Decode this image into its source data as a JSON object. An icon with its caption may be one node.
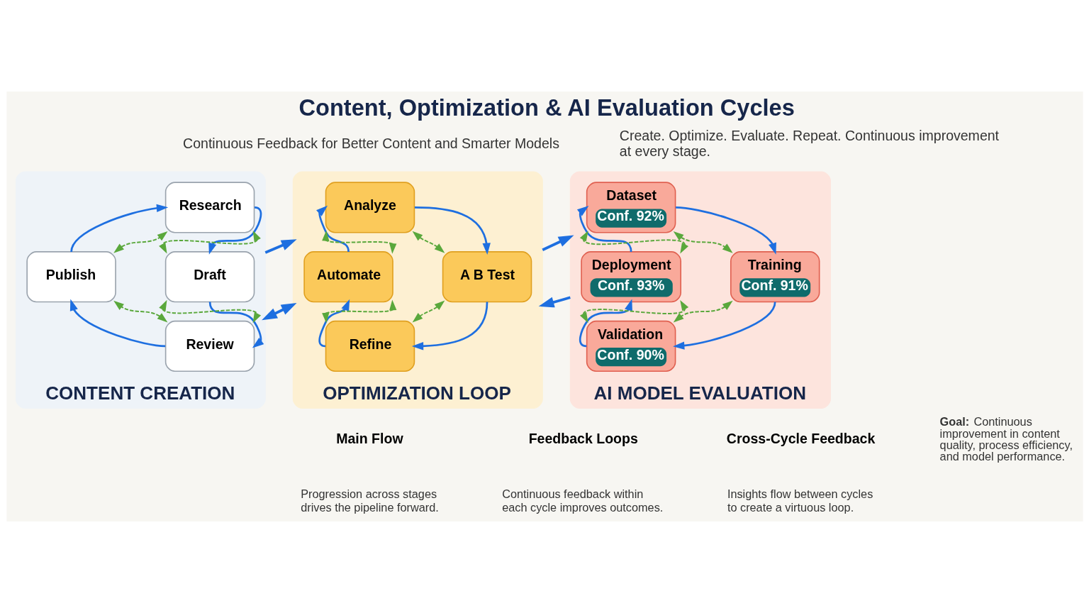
{
  "diagram": {
    "title": "Content, Optimization & AI Evaluation Cycles",
    "nodes": [
      {
        "text": [
          "CONTENT CREATION"
        ]
      },
      {
        "text": [
          "Research"
        ],
        "in": 0
      },
      {
        "text": [
          "Draft"
        ],
        "in": 0
      },
      {
        "text": [
          "Review"
        ],
        "in": 0
      },
      {
        "text": [
          "Publish"
        ],
        "in": 0
      },
      {
        "text": [
          "OPTIMIZATION LOOP"
        ]
      },
      {
        "text": [
          "Analyze"
        ],
        "in": 5
      },
      {
        "text": [
          "A B Test"
        ],
        "in": 5
      },
      {
        "text": [
          "Refine"
        ],
        "in": 5
      },
      {
        "text": [
          "Automate"
        ],
        "in": 5
      },
      {
        "text": [
          "AI MODEL EVALUATION"
        ]
      },
      {
        "text": [
          "Dataset",
          "Conf. 92%"
        ],
        "in": 10
      },
      {
        "text": [
          "Training",
          "Conf. 91%"
        ],
        "in": 10
      },
      {
        "text": [
          "Validation",
          "Conf. 90%"
        ],
        "in": 10
      },
      {
        "text": [
          "Deployment",
          "Conf. 93%"
        ],
        "in": 10
      }
    ],
    "edges": [
      {
        "from": 1,
        "to": 2,
        "arrow": "to"
      },
      {
        "from": 2,
        "to": 3,
        "arrow": "to"
      },
      {
        "from": 3,
        "to": 4,
        "arrow": "to"
      },
      {
        "from": 4,
        "to": 1,
        "arrow": "to"
      },
      {
        "from": 1,
        "to": 2,
        "arrow": "both",
        "style": "dashed",
        "color": "#5aa83c"
      },
      {
        "from": 2,
        "to": 3,
        "arrow": "both",
        "style": "dashed",
        "color": "#5aa83c"
      },
      {
        "from": 3,
        "to": 4,
        "arrow": "both",
        "style": "dashed",
        "color": "#5aa83c"
      },
      {
        "from": 4,
        "to": 1,
        "arrow": "both",
        "style": "dashed",
        "color": "#5aa83c"
      },
      {
        "from": 6,
        "to": 7,
        "arrow": "to"
      },
      {
        "from": 7,
        "to": 8,
        "arrow": "to"
      },
      {
        "from": 8,
        "to": 9,
        "arrow": "to"
      },
      {
        "from": 9,
        "to": 6,
        "arrow": "to"
      },
      {
        "from": 6,
        "to": 7,
        "arrow": "both",
        "style": "dashed",
        "color": "#5aa83c"
      },
      {
        "from": 7,
        "to": 8,
        "arrow": "both",
        "style": "dashed",
        "color": "#5aa83c"
      },
      {
        "from": 8,
        "to": 9,
        "arrow": "both",
        "style": "dashed",
        "color": "#5aa83c"
      },
      {
        "from": 9,
        "to": 6,
        "arrow": "both",
        "style": "dashed",
        "color": "#5aa83c"
      },
      {
        "from": 11,
        "to": 12,
        "arrow": "to"
      },
      {
        "from": 12,
        "to": 13,
        "arrow": "to"
      },
      {
        "from": 13,
        "to": 14,
        "arrow": "to"
      },
      {
        "from": 14,
        "to": 11,
        "arrow": "to"
      },
      {
        "from": 11,
        "to": 12,
        "arrow": "both",
        "style": "dashed",
        "color": "#5aa83c"
      },
      {
        "from": 12,
        "to": 13,
        "arrow": "both",
        "style": "dashed",
        "color": "#5aa83c"
      },
      {
        "from": 13,
        "to": 14,
        "arrow": "both",
        "style": "dashed",
        "color": "#5aa83c"
      },
      {
        "from": 14,
        "to": 11,
        "arrow": "both",
        "style": "dashed",
        "color": "#5aa83c"
      },
      {
        "from": 0,
        "to": 5,
        "arrow": "to"
      },
      {
        "from": 5,
        "to": 10,
        "arrow": "to"
      },
      {
        "from": 0,
        "to": 5,
        "arrow": "both"
      },
      {
        "from": 10,
        "to": 5,
        "arrow": "to"
      }
    ],
    "labels": [
      "Continuous Feedback for Better Content and Smarter Models",
      "Create. Optimize. Evaluate. Repeat. Continuous improvement at every stage.",
      "Progression across stages drives the pipeline forward.",
      "Continuous feedback within each cycle improves outcomes.",
      "Insights flow between cycles to create a virtuous loop.",
      "**Goal:** Continuous improvement in content quality, process efficiency, and model performance."
    ],
    "legend": [
      {
        "text": "Main Flow"
      },
      {
        "text": "Feedback Loops"
      },
      {
        "text": "Cross-Cycle Feedback"
      }
    ]
  }
}
